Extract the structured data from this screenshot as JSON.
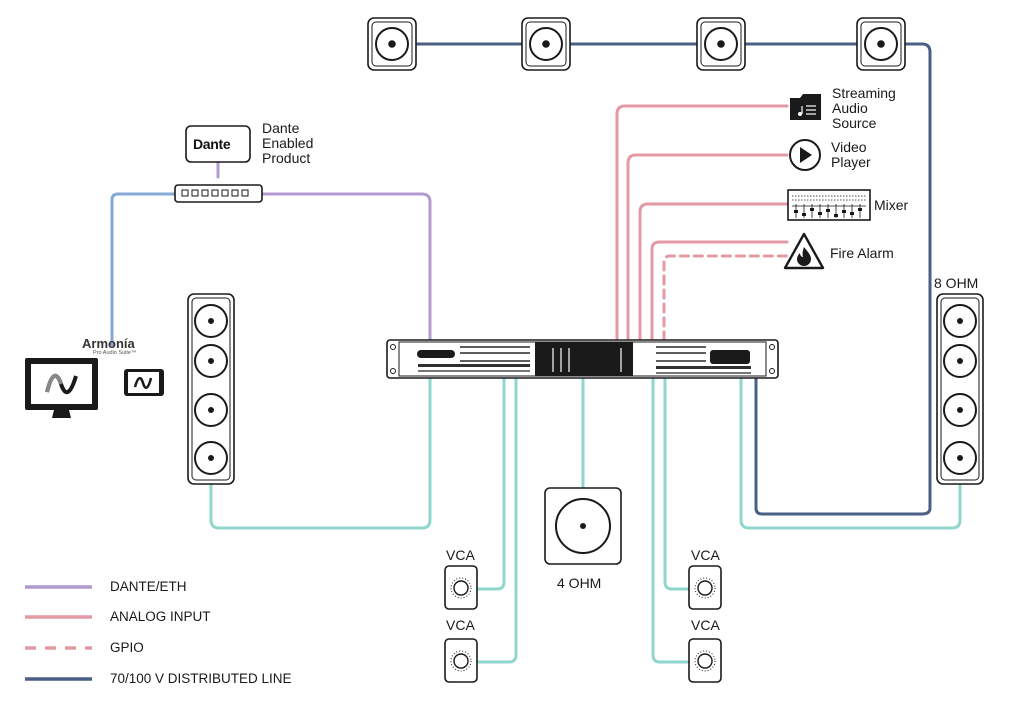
{
  "labels": {
    "dante_product": "Dante\nEnabled\nProduct",
    "dante_logo": "Dante",
    "streaming": "Streaming\nAudio\nSource",
    "video": "Video\nPlayer",
    "mixer": "Mixer",
    "fire_alarm": "Fire Alarm",
    "eight_ohm": "8 OHM",
    "four_ohm": "4 OHM",
    "vca": "VCA",
    "armonia": "Armonía",
    "armonia_sub": "Pro Audio Suite™"
  },
  "legend": [
    {
      "label": "DANTE/ETH",
      "color": "#b39ad0",
      "style": "solid"
    },
    {
      "label": "ANALOG INPUT",
      "color": "#e49aa4",
      "style": "solid"
    },
    {
      "label": "GPIO",
      "color": "#e49aa4",
      "style": "dashed"
    },
    {
      "label": "70/100 V DISTRIBUTED LINE",
      "color": "#4a5f86",
      "style": "solid"
    }
  ],
  "colors": {
    "dante": "#b39ad0",
    "analog": "#e49aa4",
    "distributed": "#4a5f86",
    "speaker_line": "#8fd6cc",
    "ethernet": "#86a9d6"
  }
}
